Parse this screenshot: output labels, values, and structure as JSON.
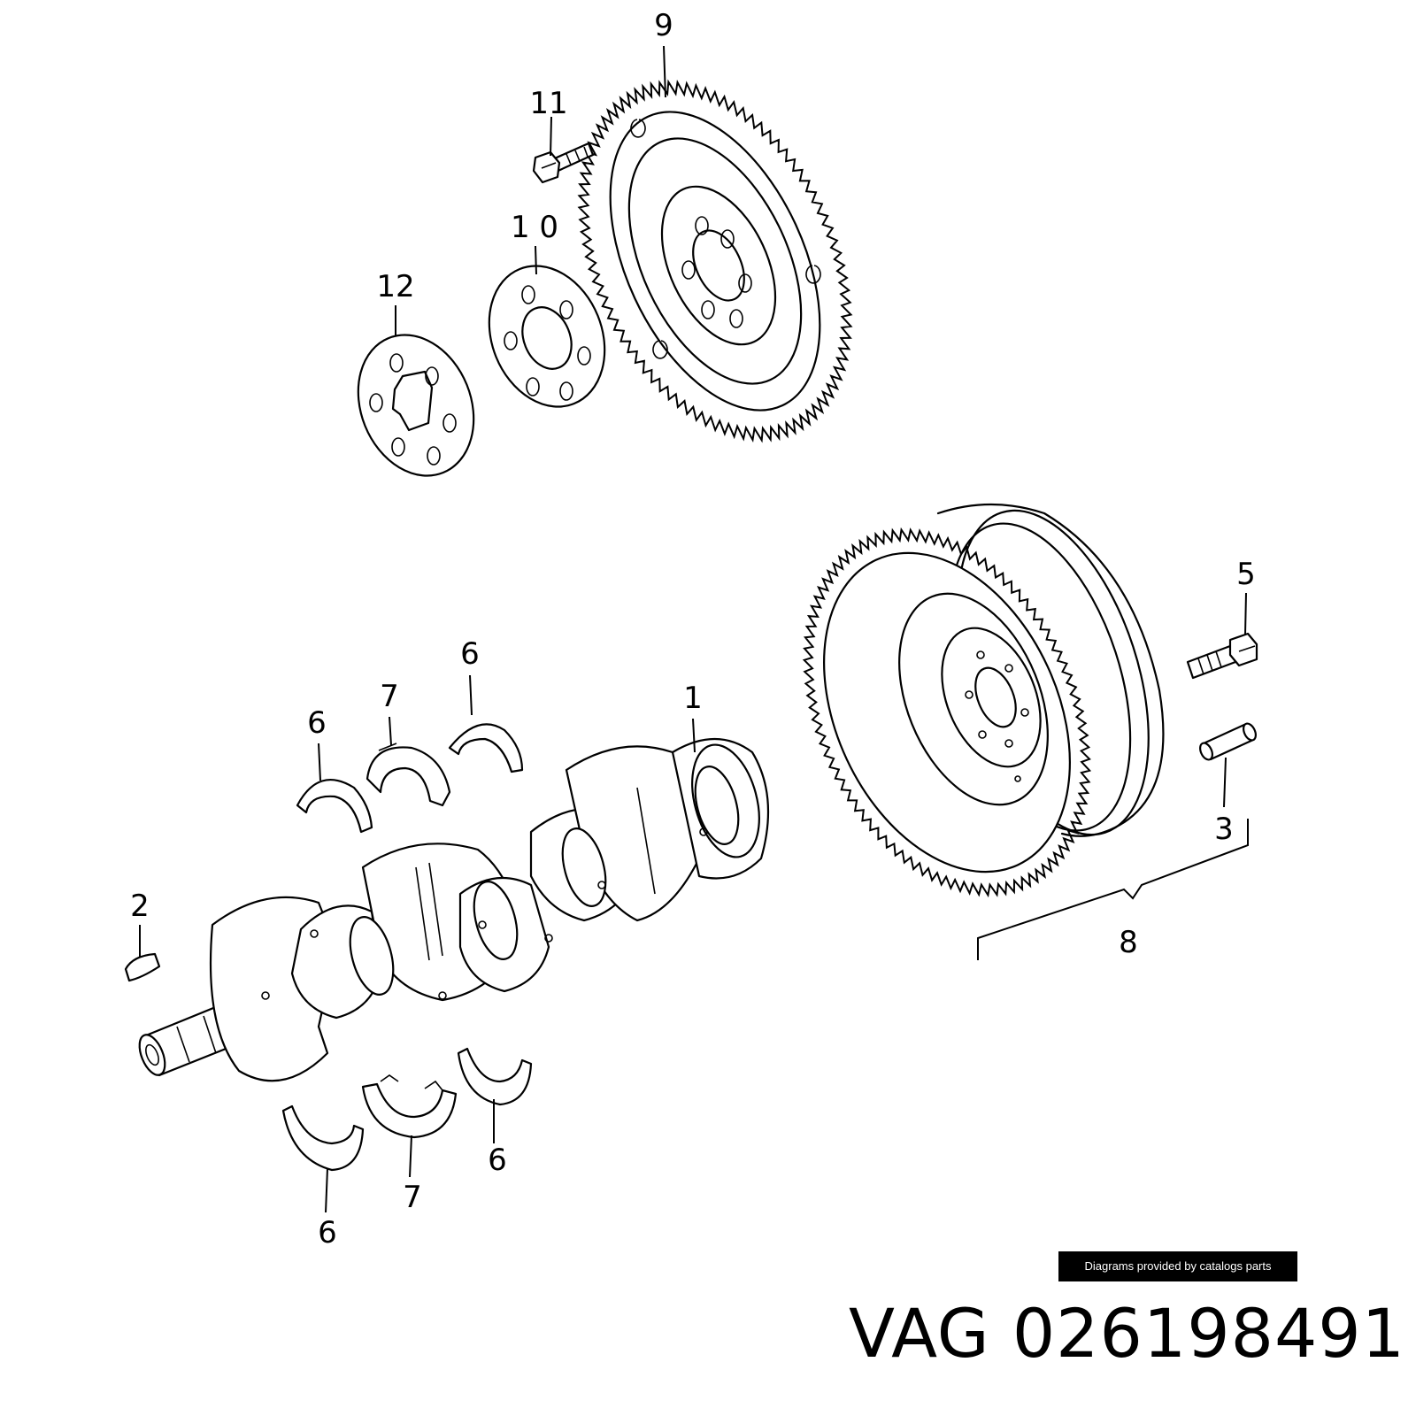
{
  "callouts": {
    "c1": "1",
    "c2": "2",
    "c3": "3",
    "c5": "5",
    "c6a": "6",
    "c6b": "6",
    "c6c": "6",
    "c6d": "6",
    "c7a": "7",
    "c7b": "7",
    "c8": "8",
    "c9": "9",
    "c10": "1 0",
    "c11": "11",
    "c12": "12"
  },
  "watermark": "Diagrams provided by catalogs parts",
  "caption": "VAG 026198491"
}
